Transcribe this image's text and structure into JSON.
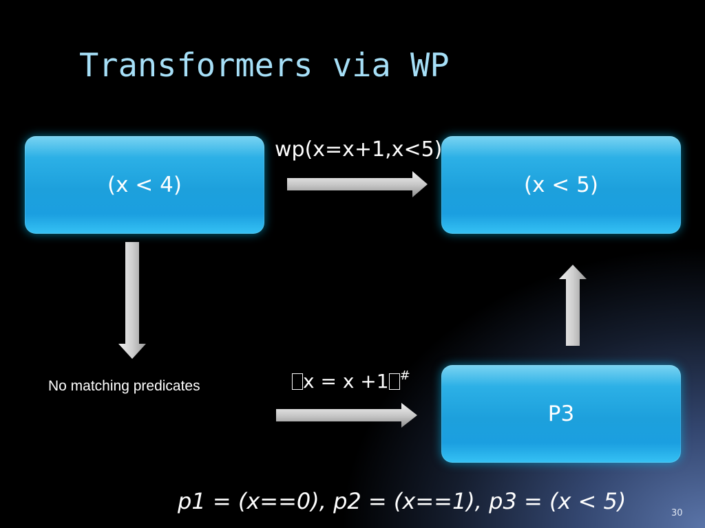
{
  "slide": {
    "title": "Transformers via WP",
    "number": "30"
  },
  "boxes": {
    "x_lt_4": "(x < 4)",
    "x_lt_5": "(x < 5)",
    "p3": "P3"
  },
  "labels": {
    "wp": "wp(x=x+1,x<5)",
    "no_matching": "No matching predicates",
    "transformer_stmt": "x = x +1",
    "transformer_sup": "#",
    "predicates": "p1 = (x==0), p2 = (x==1), p3 = (x < 5)"
  },
  "colors": {
    "background": "#000000",
    "title": "#a6dff7",
    "box": "#1da0dc",
    "arrow": "#d0d0d0"
  }
}
